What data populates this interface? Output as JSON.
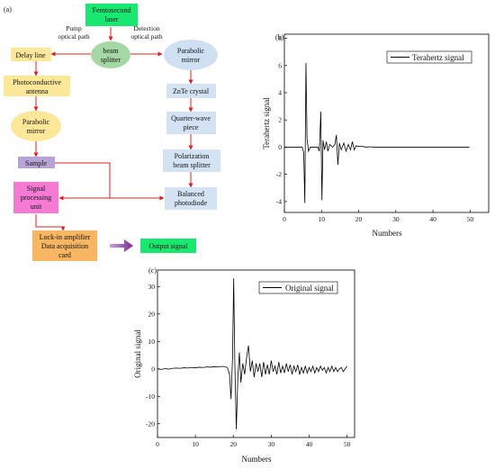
{
  "diagram": {
    "panel_label": "(a)",
    "nodes": {
      "laser": [
        "Femtosecond",
        "laser"
      ],
      "splitter": [
        "beam",
        "splitter"
      ],
      "mirror_right": [
        "Parabolic",
        "mirror"
      ],
      "delay_line": [
        "Delay line"
      ],
      "antenna": [
        "Photoconductive",
        "antenna"
      ],
      "mirror_left": [
        "Parabolic",
        "mirror"
      ],
      "sample": [
        "Sample"
      ],
      "znte": [
        "ZnTe crystal"
      ],
      "quarter_wave": [
        "Quarter-wave",
        "piece"
      ],
      "pbs": [
        "Polarization",
        "beam splitter"
      ],
      "signal_unit": [
        "Signal",
        "processing",
        "unit"
      ],
      "photodiode": [
        "Balanced",
        "photodiode"
      ],
      "lockin": [
        "Lock-in amplifier",
        "Data acquisition",
        "card"
      ],
      "output": [
        "Output signal"
      ]
    },
    "path_labels": {
      "pump": [
        "Pump",
        "optical path"
      ],
      "detection": [
        "Detection",
        "optical path"
      ]
    },
    "colors": {
      "laser": "#18e870",
      "splitter": "#a6d8a6",
      "mirror": "#cfe0f2",
      "box_blue": "#d4e3f3",
      "box_yellow": "#fde89a",
      "sample": "#b8a3d6",
      "signal_unit": "#f47ad4",
      "lockin": "#f8b562",
      "output": "#18e870",
      "arrow": "#e02020",
      "output_arrow": "#8b4aa8"
    }
  },
  "chart_data": [
    {
      "panel": "(b)",
      "type": "line",
      "xlabel": "Numbers",
      "ylabel": "Terahertz signal",
      "xlim": [
        0,
        55
      ],
      "ylim": [
        -4.8,
        8.3
      ],
      "xticks": [
        0,
        10,
        20,
        30,
        40,
        50
      ],
      "yticks": [
        -4,
        -2,
        0,
        2,
        4,
        6,
        8
      ],
      "series": [
        {
          "name": "Terahertz signal",
          "color": "#000000",
          "x": [
            0,
            4.8,
            5.2,
            5.5,
            5.8,
            6.1,
            6.5,
            7.0,
            9.0,
            9.4,
            9.8,
            10.1,
            10.4,
            10.8,
            11.3,
            11.7,
            12.2,
            13.0,
            13.6,
            14.0,
            14.4,
            14.8,
            15.3,
            16.0,
            16.6,
            17.2,
            17.8,
            18.3,
            18.8,
            19.3,
            20.0,
            21.0,
            22.0,
            23.0,
            24.0,
            26.0,
            30.0,
            35.0,
            40.0,
            45.0,
            49.8
          ],
          "y": [
            0,
            0,
            -0.4,
            -4.1,
            6.2,
            0.6,
            -0.3,
            0,
            0,
            -0.3,
            2.6,
            -3.9,
            0.5,
            -0.2,
            0.4,
            -0.3,
            0.2,
            0,
            0.2,
            0.9,
            -1.3,
            0.3,
            -0.2,
            0.3,
            -0.3,
            0.2,
            -0.2,
            0.4,
            -0.2,
            0.1,
            0.05,
            0.05,
            0,
            0.03,
            0,
            0,
            0,
            0,
            0,
            0,
            0
          ]
        }
      ]
    },
    {
      "panel": "(c)",
      "type": "line",
      "xlabel": "Numbers",
      "ylabel": "Original signal",
      "xlim": [
        0,
        52
      ],
      "ylim": [
        -25,
        36
      ],
      "xticks": [
        0,
        10,
        20,
        30,
        40,
        50
      ],
      "yticks": [
        -20,
        -10,
        0,
        10,
        20,
        30
      ],
      "series": [
        {
          "name": "Original signal",
          "color": "#000000",
          "x": [
            0,
            1,
            2,
            3,
            4,
            5,
            6,
            7,
            8,
            9,
            10,
            11,
            12,
            13,
            14,
            15,
            16,
            17,
            18,
            18.5,
            19.0,
            19.4,
            19.8,
            20.1,
            20.4,
            20.8,
            21.2,
            21.6,
            22.0,
            22.5,
            23.0,
            23.5,
            24.0,
            24.5,
            25.0,
            25.5,
            26.0,
            26.5,
            27.0,
            27.5,
            28.0,
            28.5,
            29.0,
            29.5,
            30.0,
            30.5,
            31.0,
            31.5,
            32.0,
            32.5,
            33.0,
            33.5,
            34.0,
            34.5,
            35.0,
            35.5,
            36.0,
            36.5,
            37.0,
            37.5,
            38.0,
            38.5,
            39.0,
            39.5,
            40.0,
            40.5,
            41.0,
            41.5,
            42.0,
            42.5,
            43.0,
            43.5,
            44.0,
            44.5,
            45.0,
            45.5,
            46.0,
            46.5,
            47.0,
            47.5,
            48.0,
            48.5,
            49.0,
            49.5,
            50.0
          ],
          "y": [
            0,
            -0.2,
            0.1,
            -0.1,
            0.2,
            0.3,
            0.2,
            0.4,
            0.3,
            0.5,
            0.4,
            0.6,
            0.5,
            0.7,
            0.6,
            0.8,
            0.7,
            0.9,
            0.8,
            0.3,
            -2,
            -11,
            4,
            33,
            2,
            -22,
            -3,
            6,
            -5,
            2,
            -2,
            4,
            8.5,
            -1,
            3,
            -3,
            2,
            -1,
            2,
            -3,
            2.5,
            -2,
            1.5,
            -2,
            3,
            -1,
            1,
            -2,
            2.5,
            -1.5,
            1,
            -1.5,
            2,
            -1,
            1.5,
            -2,
            1,
            -1,
            1.5,
            -2,
            0.5,
            -1.5,
            1,
            -1.5,
            0.5,
            -1,
            1,
            -1.5,
            0.5,
            -1,
            1,
            -0.5,
            0.5,
            -1.5,
            0.5,
            -1,
            1,
            -1,
            0.5,
            -1,
            0,
            0.5,
            -1,
            0,
            1
          ]
        }
      ]
    }
  ]
}
